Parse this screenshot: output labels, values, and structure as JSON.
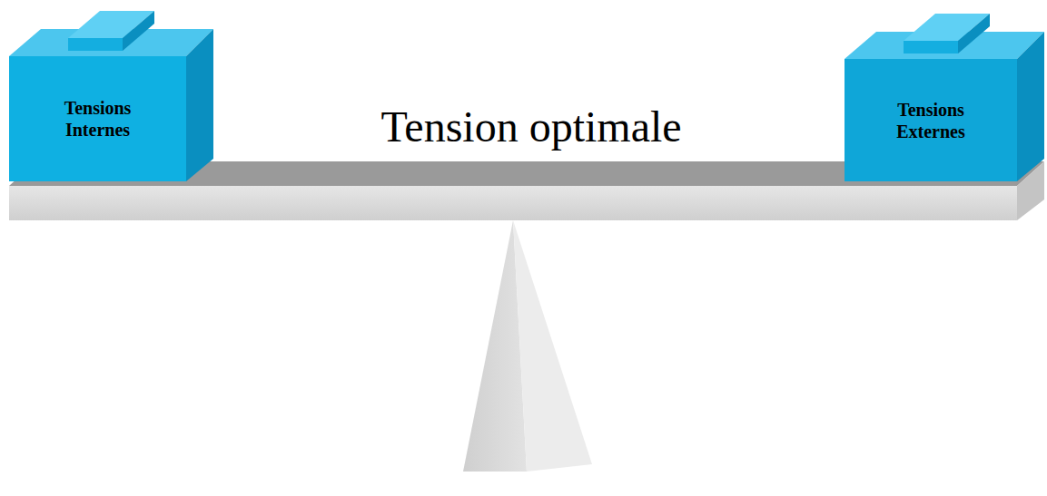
{
  "diagram": {
    "nodes": [
      {
        "text": [
          "Tensions Internes"
        ]
      },
      {
        "text": [
          "Tensions Externes"
        ]
      }
    ],
    "labels": [
      "Tension optimale"
    ]
  }
}
